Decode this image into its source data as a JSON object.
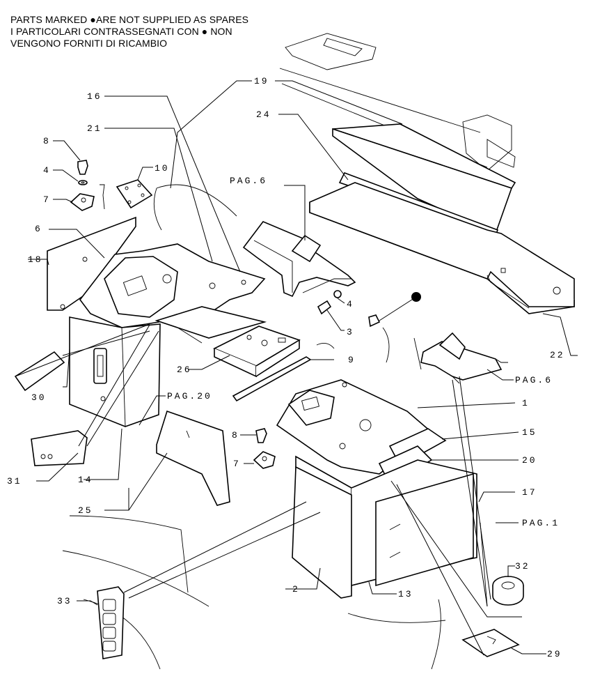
{
  "notice": {
    "line1_prefix": "PARTS MARKED ",
    "line1_suffix": "ARE NOT SUPPLIED AS SPARES",
    "line2_prefix": "I PARTICOLARI  CONTRASSEGNATI  CON ",
    "line2_suffix": " NON",
    "line3": "VENGONO FORNITI DI RICAMBIO"
  },
  "callouts": {
    "c16": "16",
    "c19": "19",
    "c21": "21",
    "c24": "24",
    "c8a": "8",
    "c10": "10",
    "c4a": "4",
    "c7a": "7",
    "pag6a": "PAG.6",
    "c6": "6",
    "c18": "18",
    "c4b": "4",
    "c3": "3",
    "c22": "22",
    "c9": "9",
    "c26": "26",
    "pag6b": "PAG.6",
    "c30": "30",
    "pag20": "PAG.20",
    "c1": "1",
    "c8b": "8",
    "c15": "15",
    "c7b": "7",
    "c20": "20",
    "c31": "31",
    "c14": "14",
    "c17": "17",
    "c25": "25",
    "pag1": "PAG.1",
    "c32": "32",
    "c2": "2",
    "c13": "13",
    "c33": "33",
    "c29": "29"
  }
}
